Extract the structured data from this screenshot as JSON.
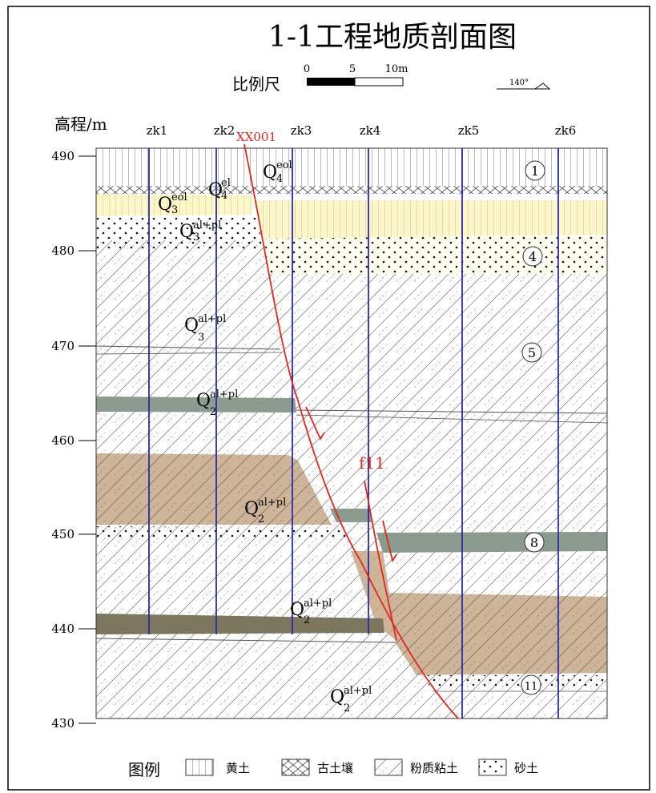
{
  "title": "1-1工程地质剖面图",
  "scale_bar": {
    "label": "比例尺",
    "ticks": [
      "0",
      "5",
      "10m"
    ]
  },
  "orientation": "140°",
  "y_axis": {
    "label": "高程/m",
    "ticks": [
      "490",
      "480",
      "470",
      "460",
      "450",
      "440",
      "430"
    ]
  },
  "boreholes": [
    "zk1",
    "zk2",
    "zk3",
    "zk4",
    "zk5",
    "zk6"
  ],
  "section_marker": "XX001",
  "fault_label": "f11",
  "layer_numbers": [
    "1",
    "4",
    "5",
    "8",
    "11"
  ],
  "strata_labels": [
    {
      "q": "Q",
      "sup": "el",
      "sub": "4"
    },
    {
      "q": "Q",
      "sup": "eol",
      "sub": "4"
    },
    {
      "q": "Q",
      "sup": "eol",
      "sub": "3"
    },
    {
      "q": "Q",
      "sup": "al+pl",
      "sub": "3"
    },
    {
      "q": "Q",
      "sup": "al+pl",
      "sub": "3"
    },
    {
      "q": "Q",
      "sup": "al+pl",
      "sub": "2"
    },
    {
      "q": "Q",
      "sup": "al+pl",
      "sub": "2"
    },
    {
      "q": "Q",
      "sup": "al+pl",
      "sub": "2"
    },
    {
      "q": "Q",
      "sup": "al+pl",
      "sub": "2"
    }
  ],
  "legend": {
    "title": "图例",
    "items": [
      {
        "name": "黄土",
        "pattern": "loess-vertical-lines"
      },
      {
        "name": "古土壤",
        "pattern": "paleosol-cross-hatch"
      },
      {
        "name": "粉质粘土",
        "pattern": "silty-clay-diagonal"
      },
      {
        "name": "砂土",
        "pattern": "sand-dots"
      }
    ]
  },
  "colors": {
    "axis": "#000000",
    "borehole": "#2a2aa8",
    "fault": "#e0281c",
    "loess_yellow": "#fcf6c8",
    "grey_green": "#8b9b8d",
    "brown": "#c5a887",
    "dark_brown": "#7d765f"
  }
}
